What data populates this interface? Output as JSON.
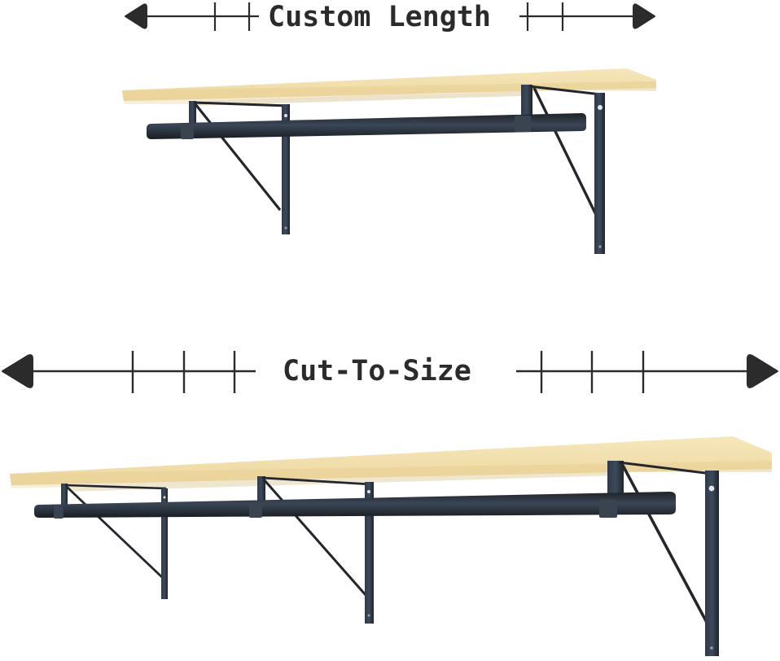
{
  "top_dimension": {
    "label": "Custom Length",
    "arrow_color": "#2b2b2b"
  },
  "bottom_dimension": {
    "label": "Cut-To-Size",
    "arrow_color": "#2b2b2b"
  },
  "top_shelf": {
    "description": "Short wood shelf with two black brackets and hanging rod",
    "bracket_count": 2
  },
  "bottom_shelf": {
    "description": "Long wood shelf with three black brackets and hanging rod",
    "bracket_count": 3
  },
  "colors": {
    "wood_top": "#f3e2b2",
    "wood_edge": "#e6cf92",
    "wood_under": "#efe6cc",
    "metal": "#23272d",
    "metal_highlight": "#3b4656",
    "background": "#ffffff"
  }
}
